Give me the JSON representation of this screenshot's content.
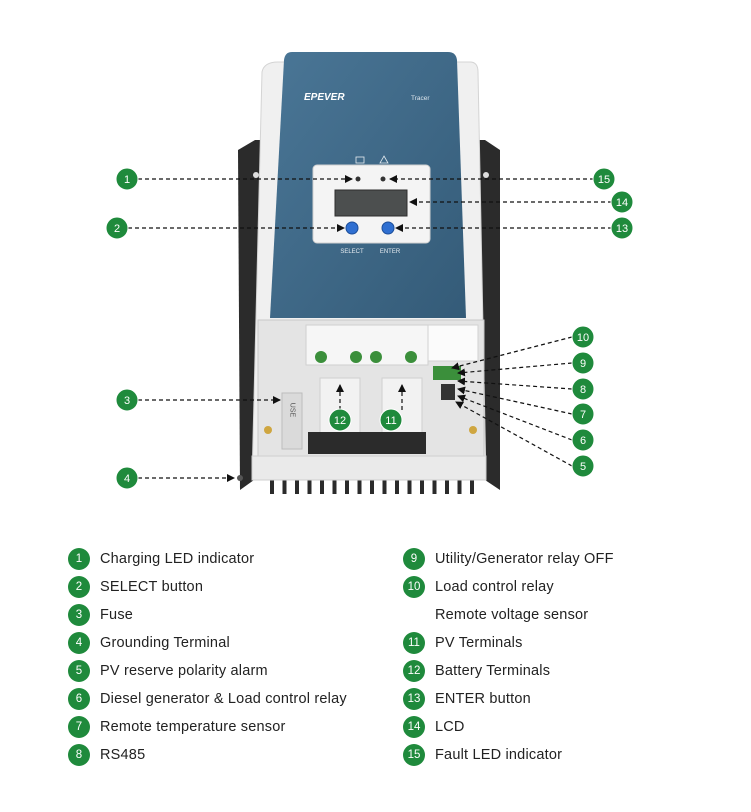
{
  "device": {
    "brand": "EPEVER",
    "model": "Tracer",
    "select_label": "SELECT",
    "enter_label": "ENTER",
    "fuse_label": "USE"
  },
  "callouts": [
    {
      "number": "1"
    },
    {
      "number": "2"
    },
    {
      "number": "3"
    },
    {
      "number": "4"
    },
    {
      "number": "5"
    },
    {
      "number": "6"
    },
    {
      "number": "7"
    },
    {
      "number": "8"
    },
    {
      "number": "9"
    },
    {
      "number": "10"
    },
    {
      "number": "11"
    },
    {
      "number": "12"
    },
    {
      "number": "13"
    },
    {
      "number": "14"
    },
    {
      "number": "15"
    }
  ],
  "legend": {
    "left": [
      {
        "number": "1",
        "label": "Charging LED indicator"
      },
      {
        "number": "2",
        "label": "SELECT button"
      },
      {
        "number": "3",
        "label": "Fuse"
      },
      {
        "number": "4",
        "label": "Grounding Terminal"
      },
      {
        "number": "5",
        "label": "PV reserve polarity alarm"
      },
      {
        "number": "6",
        "label": "Diesel generator & Load control relay"
      },
      {
        "number": "7",
        "label": "Remote temperature sensor"
      },
      {
        "number": "8",
        "label": "RS485"
      }
    ],
    "right": [
      {
        "number": "9",
        "label": "Utility/Generator relay OFF"
      },
      {
        "number": "10",
        "label": "Load control relay"
      },
      {
        "number": "",
        "label": "Remote voltage sensor"
      },
      {
        "number": "11",
        "label": "PV Terminals"
      },
      {
        "number": "12",
        "label": "Battery Terminals"
      },
      {
        "number": "13",
        "label": "ENTER button"
      },
      {
        "number": "14",
        "label": "LCD"
      },
      {
        "number": "15",
        "label": "Fault LED indicator"
      }
    ]
  },
  "colors": {
    "badge": "#1f8a3c",
    "front_panel": "#3f6a8a",
    "heatsink": "#2a2a2a",
    "body": "#f1f1f1"
  }
}
